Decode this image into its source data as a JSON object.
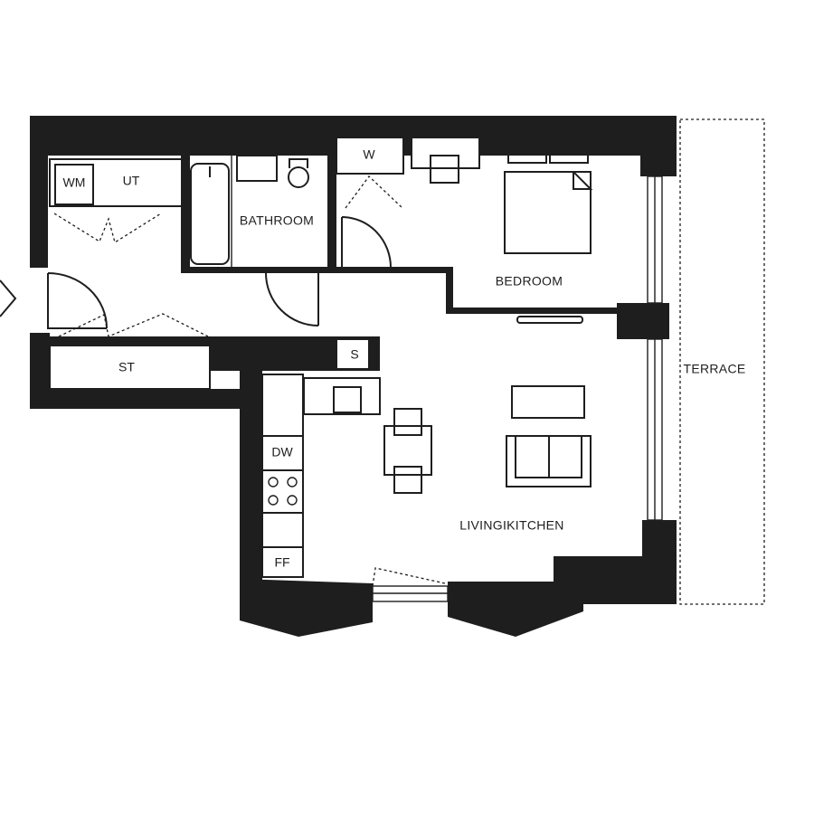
{
  "rooms": {
    "bathroom": "BATHROOM",
    "bedroom": "BEDROOM",
    "living_kitchen": "LIVINGIKITCHEN",
    "terrace": "TERRACE"
  },
  "fixtures": {
    "washing_machine": "WM",
    "utility": "UT",
    "storage": "ST",
    "wardrobe": "W",
    "store": "S",
    "dishwasher": "DW",
    "fridge_freezer": "FF"
  },
  "colors": {
    "wall": "#1e1e1e",
    "background": "#ffffff"
  },
  "icons": [
    "entrance-arrow-icon",
    "door-swing-icon",
    "hob-icon",
    "sink-icon",
    "bath-icon",
    "toilet-icon",
    "bed-icon",
    "sofa-icon",
    "dining-table-icon"
  ]
}
